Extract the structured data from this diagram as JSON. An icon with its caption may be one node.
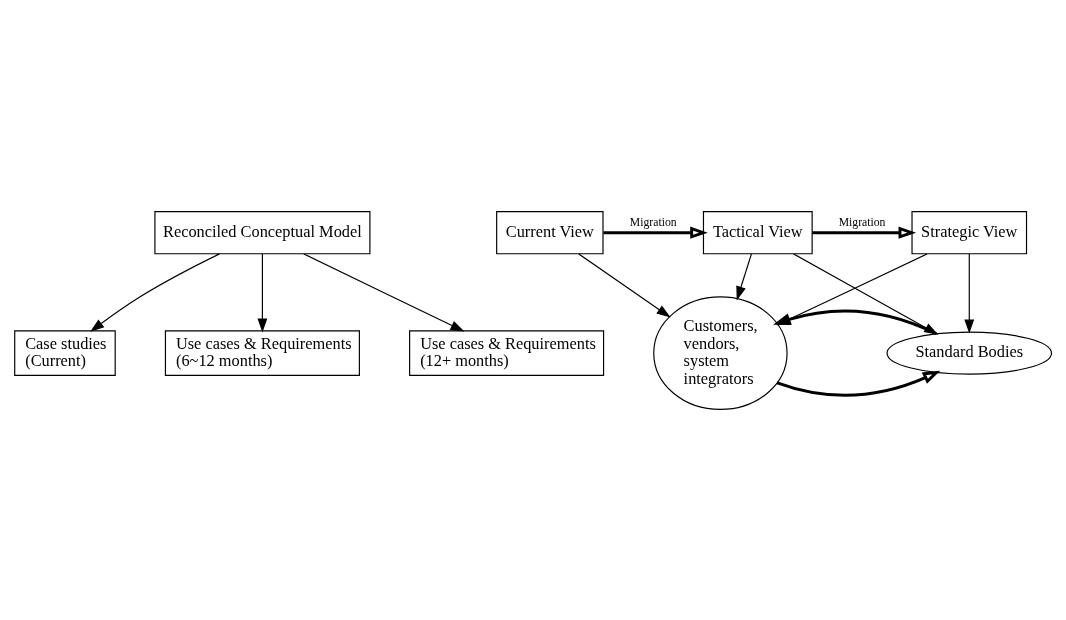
{
  "diagram": {
    "nodes": [
      {
        "text": [
          "Reconciled Conceptual Model"
        ]
      },
      {
        "text": [
          "Case studies (Current)"
        ]
      },
      {
        "text": [
          "Current View"
        ]
      },
      {
        "text": [
          "Use cases & Requirements (6~12 months)"
        ]
      },
      {
        "text": [
          "Tactical View"
        ]
      },
      {
        "text": [
          "Use cases & Requirements (12+ months)"
        ]
      },
      {
        "text": [
          "Strategic View"
        ]
      },
      {
        "text": [
          "Customers, vendors, system integrators"
        ]
      },
      {
        "text": [
          "Standard Bodies"
        ]
      }
    ],
    "edges": [
      {
        "from": 0,
        "to": 1,
        "arrow": "to"
      },
      {
        "from": 0,
        "to": 3,
        "arrow": "to"
      },
      {
        "from": 0,
        "to": 5,
        "arrow": "to"
      },
      {
        "from": 2,
        "to": 4,
        "arrow": "to",
        "label": "Migration",
        "style": "thick"
      },
      {
        "from": 4,
        "to": 6,
        "arrow": "to",
        "label": "Migration",
        "style": "thick"
      },
      {
        "from": 2,
        "to": 7,
        "arrow": "to"
      },
      {
        "from": 4,
        "to": 7,
        "arrow": "to"
      },
      {
        "from": 4,
        "to": 8,
        "arrow": "to"
      },
      {
        "from": 6,
        "to": 7,
        "arrow": "to"
      },
      {
        "from": 6,
        "to": 8,
        "arrow": "to"
      },
      {
        "from": 7,
        "to": 8,
        "arrow": "to",
        "style": "thick"
      },
      {
        "from": 8,
        "to": 7,
        "arrow": "to",
        "style": "thick"
      }
    ]
  }
}
